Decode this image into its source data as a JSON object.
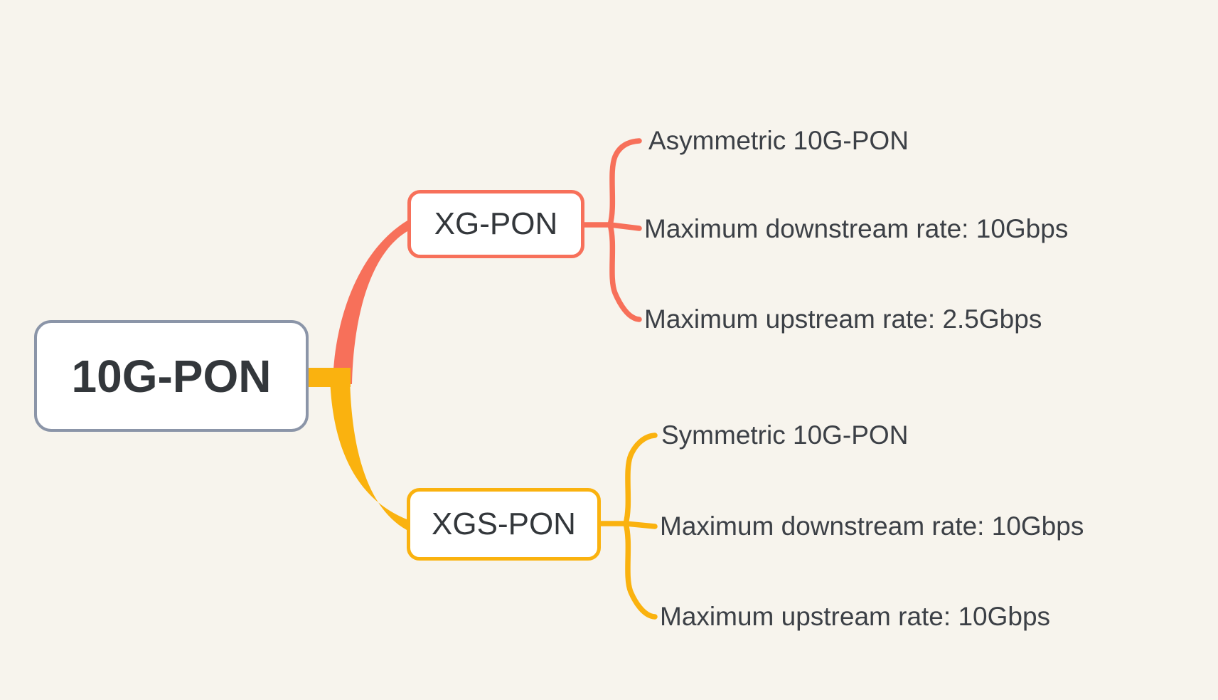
{
  "canvas": {
    "background_color": "#F7F4ED",
    "node_fill_color": "#FFFFFF",
    "text_color": "#3C4046"
  },
  "mindmap": {
    "root": {
      "label": "10G-PON",
      "border_color": "#8B95A8"
    },
    "branches": [
      {
        "label": "XG-PON",
        "color": "#F7705A",
        "leaves": [
          "Asymmetric 10G-PON",
          "Maximum downstream rate: 10Gbps",
          "Maximum upstream rate: 2.5Gbps"
        ]
      },
      {
        "label": "XGS-PON",
        "color": "#FAB20F",
        "leaves": [
          "Symmetric 10G-PON",
          "Maximum downstream rate: 10Gbps",
          "Maximum upstream rate: 10Gbps"
        ]
      }
    ]
  }
}
